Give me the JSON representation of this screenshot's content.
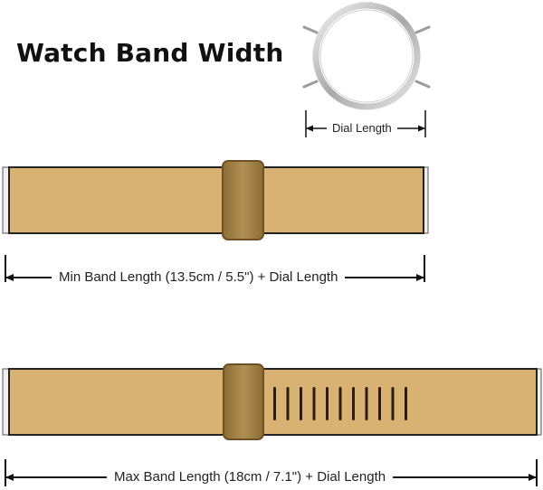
{
  "title": "Watch Band Width",
  "dial_label": "Dial Length",
  "min_label": "Min Band Length (13.5cm / 5.5\") + Dial Length",
  "max_label": "Max Band Length (18cm / 7.1\") + Dial Length",
  "colors": {
    "band_fill": "#d8b272",
    "band_outline": "#222222",
    "loop_fill": "#a8874a",
    "loop_outline": "#6e5226",
    "strap_edge": "#e9e9e9",
    "dial_ring": "#bfbfbf",
    "dim_line": "#111111"
  },
  "max_band_slots": 11
}
